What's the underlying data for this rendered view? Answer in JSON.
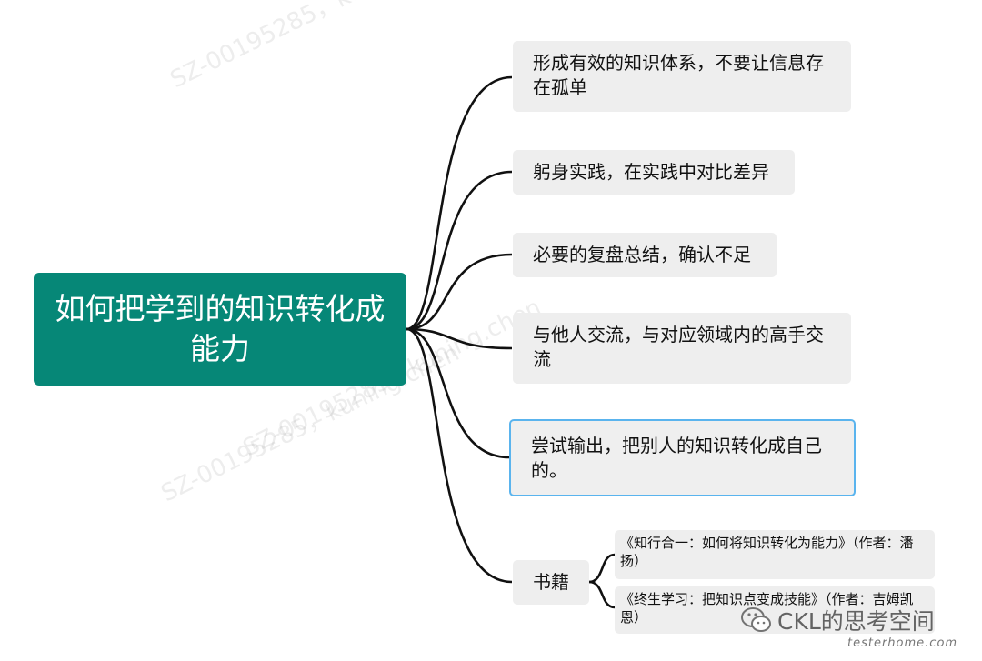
{
  "root": {
    "label": "如何把学到的知识转化成能力"
  },
  "branches": [
    {
      "label": "形成有效的知识体系，不要让信息存在孤单"
    },
    {
      "label": "躬身实践，在实践中对比差异"
    },
    {
      "label": "必要的复盘总结，确认不足"
    },
    {
      "label": "与他人交流，与对应领域内的高手交流"
    },
    {
      "label": "尝试输出，把别人的知识转化成自己的。"
    },
    {
      "label": "书籍",
      "children": [
        {
          "label": "《知行合一：如何将知识转化为能力》（作者：潘扬）"
        },
        {
          "label": "《终生学习：把知识点变成技能》（作者：吉姆凯恩）"
        }
      ]
    }
  ],
  "watermarks": [
    "SZ-00195285，kuning.chen",
    "SZ-00195285，kuning.chen",
    "SZ-00195285，kuning.chen"
  ],
  "footer": {
    "brand": "CKL的思考空间",
    "site": "testerhome.com"
  },
  "colors": {
    "root_fill": "#068777",
    "node_fill": "#eeeeee",
    "selected_border": "#5ab4ee",
    "line": "#111111"
  },
  "icons": {
    "brand_icon": "wechat-icon"
  }
}
